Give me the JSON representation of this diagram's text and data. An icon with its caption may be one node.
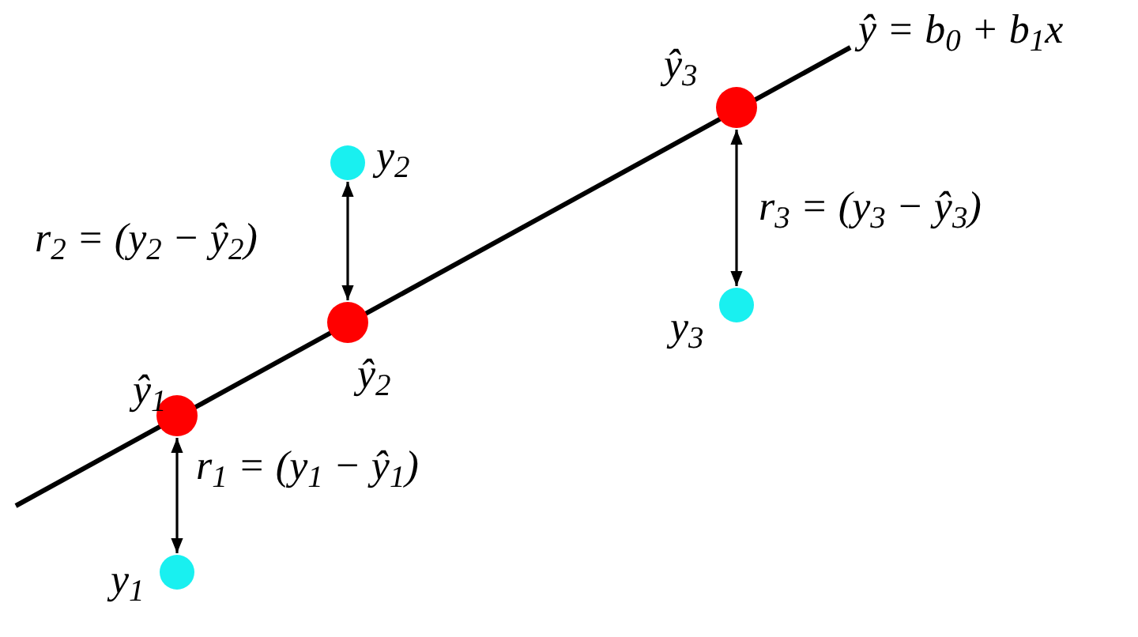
{
  "diagram": {
    "nodes": [
      {
        "text": [],
        "shape": "circle",
        "beside": [
          "y$_{1}$"
        ]
      },
      {
        "text": [],
        "shape": "circle",
        "beside": [
          "ŷ$_{1}$"
        ]
      },
      {
        "text": [],
        "shape": "circle",
        "beside": [
          "y$_{2}$"
        ]
      },
      {
        "text": [],
        "shape": "circle",
        "beside": [
          "ŷ$_{2}$"
        ]
      },
      {
        "text": [],
        "shape": "circle",
        "beside": [
          "y$_{3}$"
        ]
      },
      {
        "text": [],
        "shape": "circle",
        "beside": [
          "ŷ$_{3}$"
        ]
      }
    ],
    "edges": [
      {
        "from": 0,
        "to": 1,
        "arrow": "both",
        "label": "r$_{1}$ = (y$_{1}$ − ŷ$_{1}$)"
      },
      {
        "from": 2,
        "to": 3,
        "arrow": "both",
        "label": "r$_{2}$ = (y$_{2}$ − ŷ$_{2}$)"
      },
      {
        "from": 4,
        "to": 5,
        "arrow": "both",
        "label": "r$_{3}$ = (y$_{3}$ − ŷ$_{3}$)"
      }
    ],
    "labels": [
      "ŷ = b$_{0}$ + b$_{1}$x"
    ]
  }
}
